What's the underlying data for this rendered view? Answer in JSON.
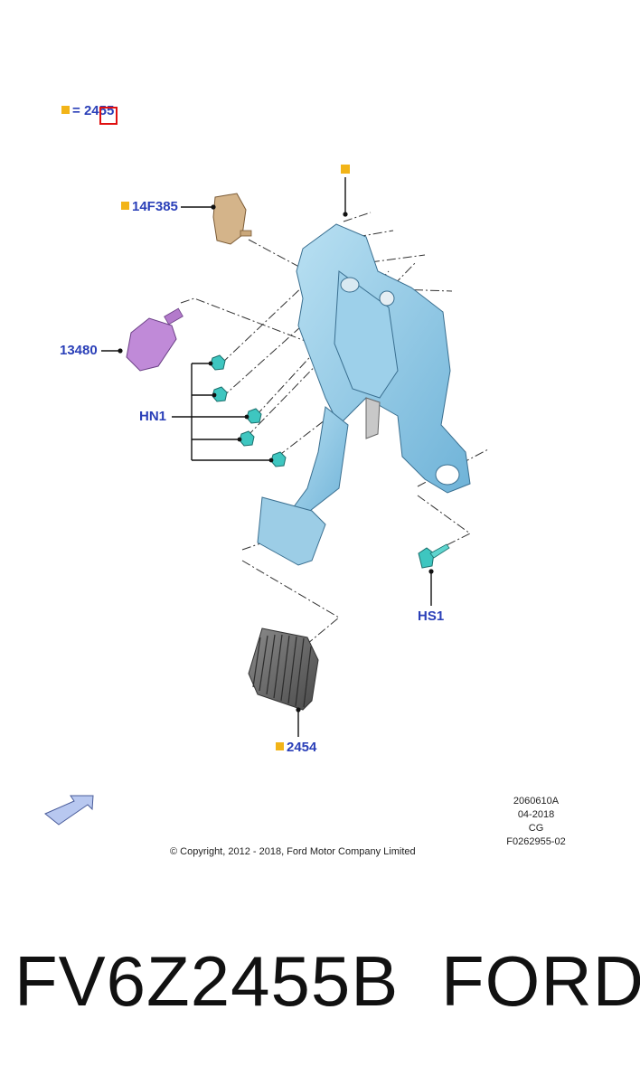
{
  "legend": {
    "symbol": "=",
    "part": "2455"
  },
  "callouts": {
    "top_marker": "",
    "sensor_top": "14F385",
    "switch": "13480",
    "nuts": "HN1",
    "screw": "HS1",
    "pad": "2454"
  },
  "meta": {
    "code": "2060610A",
    "date": "04-2018",
    "region": "CG",
    "figure": "F0262955-02"
  },
  "copyright": "© Copyright, 2012 - 2018, Ford Motor Company Limited",
  "footer": {
    "part_number": "FV6Z2455B",
    "brand": "FORD"
  },
  "colors": {
    "label": "#2a3fb8",
    "marker": "#f2b418",
    "bracket": "#8fc8e6",
    "highlight": "#e01010"
  }
}
